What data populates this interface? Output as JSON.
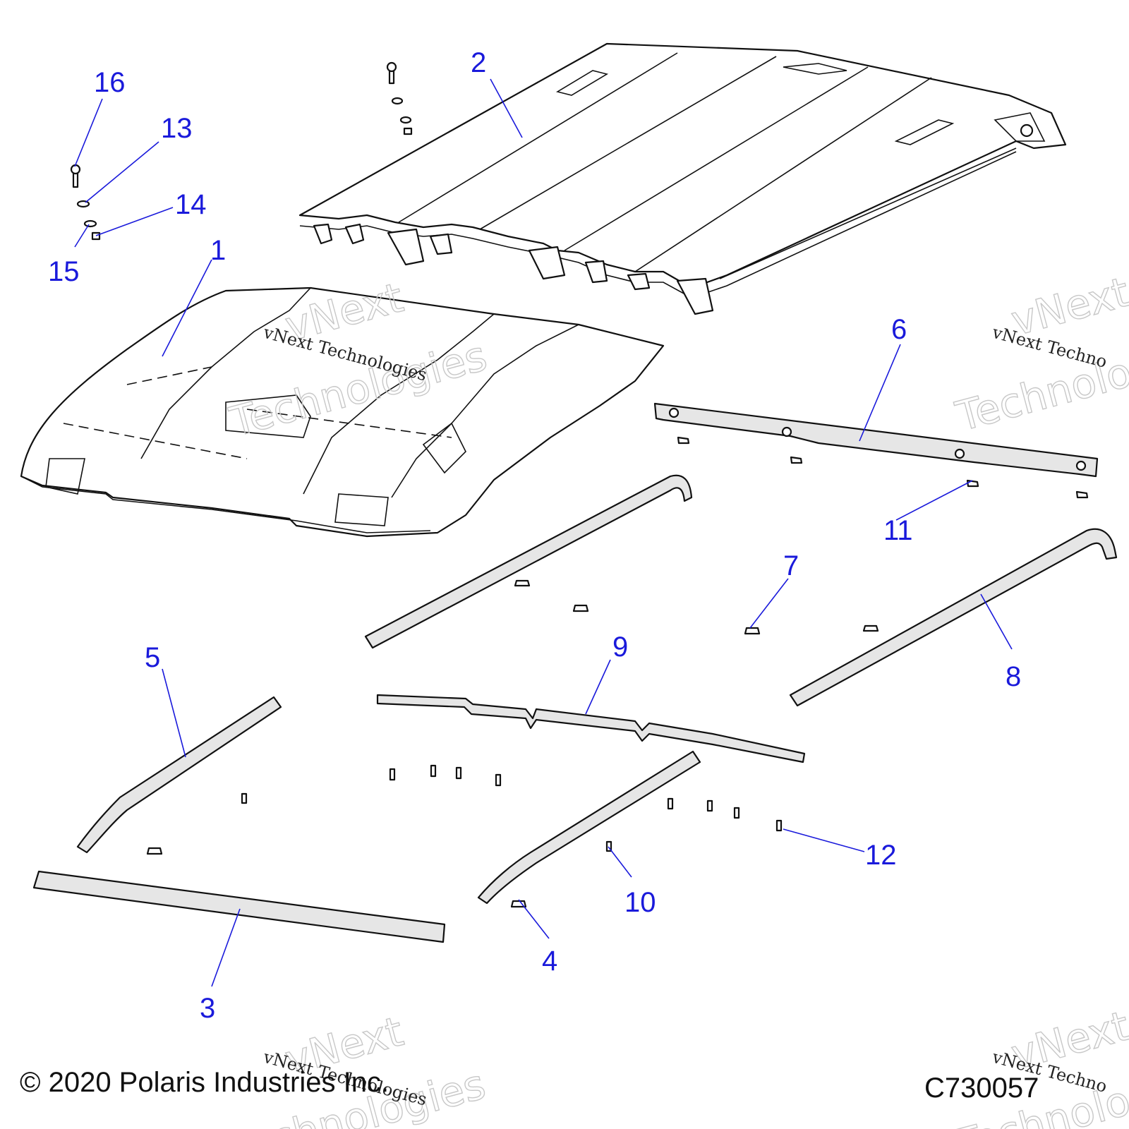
{
  "callouts": {
    "c1": "1",
    "c2": "2",
    "c3": "3",
    "c4": "4",
    "c5": "5",
    "c6": "6",
    "c7": "7",
    "c8": "8",
    "c9": "9",
    "c10": "10",
    "c11": "11",
    "c12": "12",
    "c13": "13",
    "c14": "14",
    "c15": "15",
    "c16": "16"
  },
  "watermark": {
    "big_line1": "vNext",
    "big_line2": "Technologies",
    "small": "vNext Technologies",
    "small_cut": "vNext Techno"
  },
  "footer": {
    "copyright": "© 2020 Polaris Industries Inc.",
    "code": "C730057"
  },
  "colors": {
    "callout": "#1a1adb",
    "line": "#111111",
    "part_fill": "#e6e6e6"
  }
}
